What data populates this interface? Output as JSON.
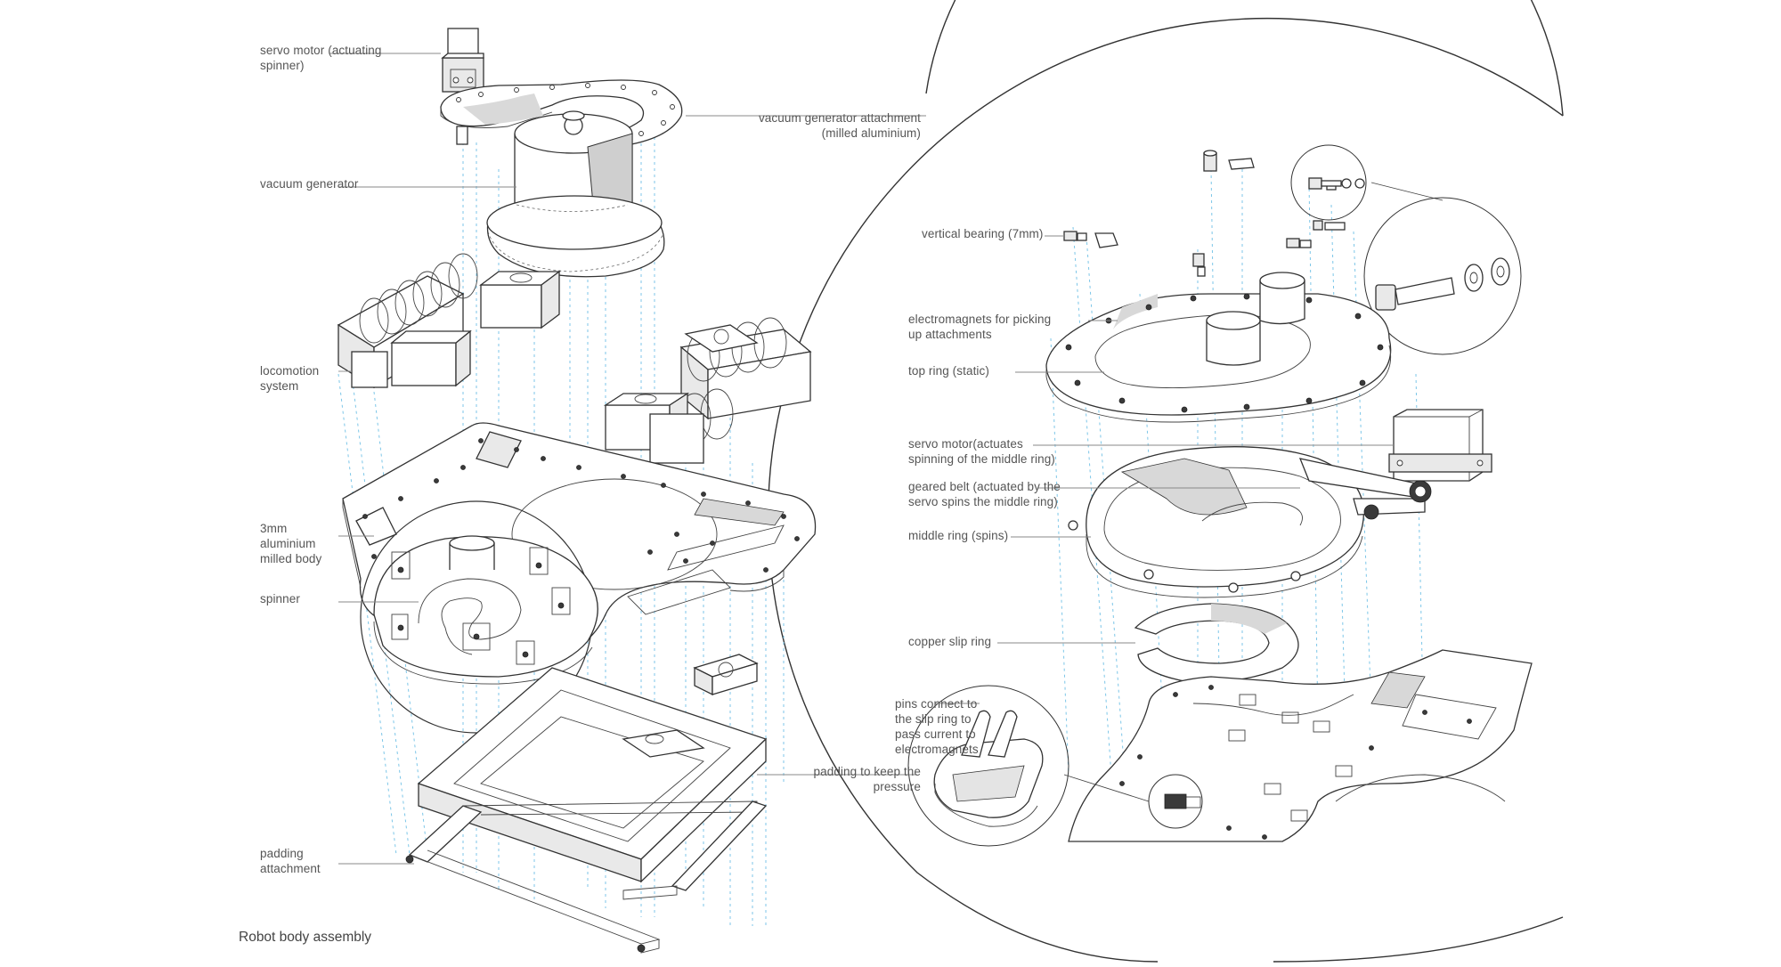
{
  "labels": {
    "servo_motor_spinner": "servo motor (actuating\nspinner)",
    "vacuum_generator_attachment": "vacuum generator attachment\n(milled aluminium)",
    "vacuum_generator": "vacuum generator",
    "locomotion_system": "locomotion\nsystem",
    "aluminium_body": "3mm\naluminium\nmilled body",
    "spinner": "spinner",
    "padding_keep_pressure": "padding to keep the\npressure",
    "padding_attachment": "padding\nattachment",
    "vertical_bearing": "vertical bearing (7mm)",
    "electromagnets": "electromagnets for picking\nup attachments",
    "top_ring": "top ring (static)",
    "servo_motor_middle_ring": "servo motor(actuates\nspinning of the middle ring)",
    "geared_belt": "geared belt (actuated by the\nservo spins the middle ring)",
    "middle_ring": "middle ring (spins)",
    "copper_slip_ring": "copper slip ring",
    "pins_connect": "pins connect to\nthe slip ring to\npass current to\nelectromagnets"
  },
  "caption": "Robot body assembly",
  "colors": {
    "outline": "#333333",
    "guide_lines": "#7cc6e8",
    "label_text": "#555555",
    "shading": "#e9e9e9"
  }
}
